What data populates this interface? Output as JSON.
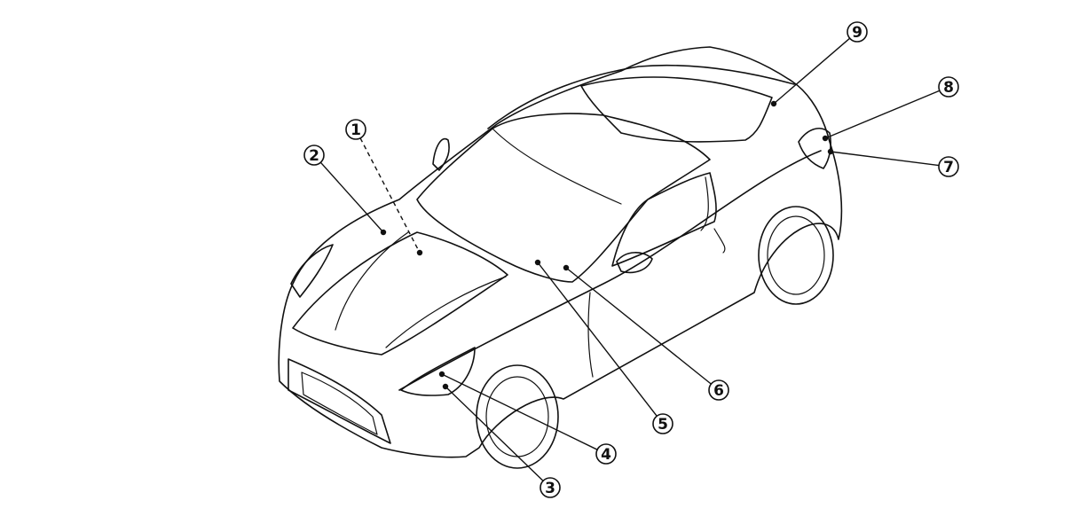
{
  "callouts": [
    {
      "label": "1",
      "dashed": true
    },
    {
      "label": "2",
      "dashed": false
    },
    {
      "label": "3",
      "dashed": false
    },
    {
      "label": "4",
      "dashed": false
    },
    {
      "label": "5",
      "dashed": false
    },
    {
      "label": "6",
      "dashed": false
    },
    {
      "label": "7",
      "dashed": false
    },
    {
      "label": "8",
      "dashed": false
    },
    {
      "label": "9",
      "dashed": false
    }
  ]
}
